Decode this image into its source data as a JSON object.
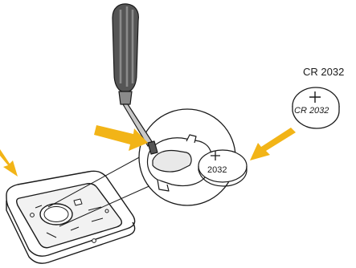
{
  "labels": {
    "battery_type": "CR 2032",
    "coin_large_text": "CR 2032",
    "coin_small_text": "2032"
  },
  "colors": {
    "arrow": "#f2b417",
    "outline": "#1a1a1a",
    "handle_dark": "#555555",
    "handle_light": "#8a8a8a",
    "shaft": "#c8c8c8"
  }
}
